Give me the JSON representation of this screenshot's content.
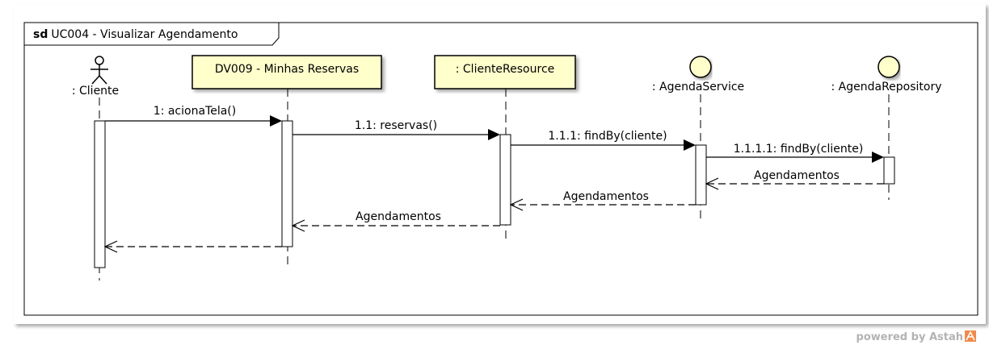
{
  "frame": {
    "keyword": "sd",
    "title": "UC004 - Visualizar Agendamento"
  },
  "lifelines": [
    {
      "id": "cliente",
      "label": ": Cliente",
      "kind": "actor"
    },
    {
      "id": "tela",
      "label": "DV009 - Minhas Reservas",
      "kind": "boundary-box"
    },
    {
      "id": "resource",
      "label": ": ClienteResource",
      "kind": "box"
    },
    {
      "id": "service",
      "label": ": AgendaService",
      "kind": "control-circle"
    },
    {
      "id": "repository",
      "label": ": AgendaRepository",
      "kind": "control-circle"
    }
  ],
  "messages": [
    {
      "label": "1: acionaTela()",
      "from": "cliente",
      "to": "tela",
      "type": "call"
    },
    {
      "label": "1.1: reservas()",
      "from": "tela",
      "to": "resource",
      "type": "call"
    },
    {
      "label": "1.1.1: findBy(cliente)",
      "from": "resource",
      "to": "service",
      "type": "call"
    },
    {
      "label": "1.1.1.1: findBy(cliente)",
      "from": "service",
      "to": "repository",
      "type": "call"
    },
    {
      "label": "Agendamentos",
      "from": "repository",
      "to": "service",
      "type": "return"
    },
    {
      "label": "Agendamentos",
      "from": "service",
      "to": "resource",
      "type": "return"
    },
    {
      "label": "Agendamentos",
      "from": "resource",
      "to": "tela",
      "type": "return"
    },
    {
      "label": "",
      "from": "tela",
      "to": "cliente",
      "type": "return"
    }
  ],
  "footer": {
    "powered_by": "powered by Astah"
  },
  "colors": {
    "box_fill": "#ffffcc",
    "line": "#000000",
    "footer_text": "#b3b3b3",
    "astah_logo": "#f08a4b"
  }
}
